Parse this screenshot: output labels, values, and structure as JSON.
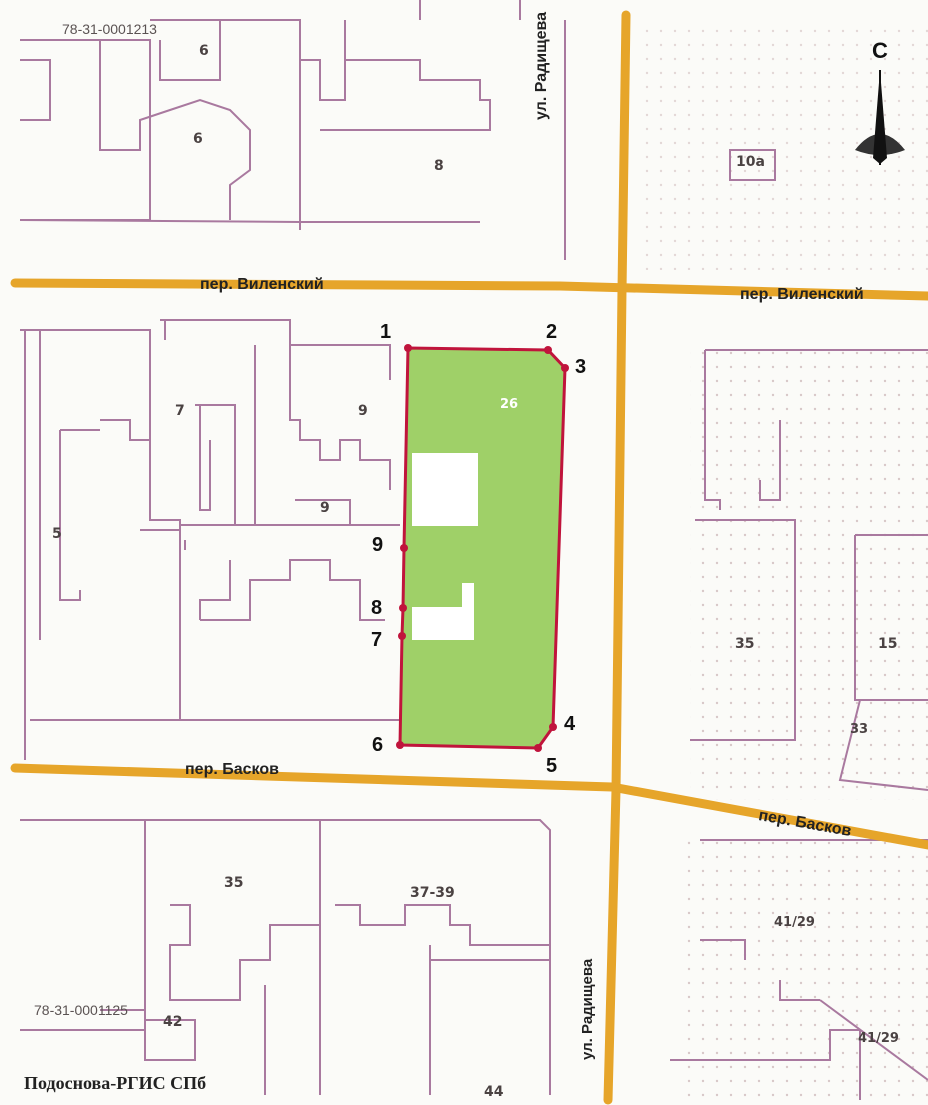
{
  "map": {
    "source": "Подоснова-РГИС СПб",
    "north_letter": "С",
    "streets": {
      "radishcheva_top": "ул. Радищева",
      "radishcheva_bottom": "ул. Радищева",
      "vilensky_left": "пер. Виленский",
      "vilensky_right": "пер. Виленский",
      "baskov_left": "пер. Басков",
      "baskov_right": "пер. Басков"
    },
    "cadastral_blocks": {
      "top": "78-31-0001213",
      "bottom": "78-31-0001125"
    },
    "house_numbers": {
      "h6a": "6",
      "h6b": "6",
      "h8": "8",
      "h10a": "10а",
      "h7": "7",
      "h9a": "9",
      "h9b": "9",
      "h5": "5",
      "h35a": "35",
      "h15": "15",
      "h33": "33",
      "h35b": "35",
      "h37_39": "37-39",
      "h41_29a": "41/29",
      "h41_29b": "41/29",
      "h42": "42",
      "h44": "44"
    },
    "parcel": {
      "label": "26",
      "fill_color": "#9fd068",
      "outline_color": "#c0143c",
      "vertex_labels": [
        "1",
        "2",
        "3",
        "4",
        "5",
        "6",
        "7",
        "8",
        "9"
      ]
    },
    "colors": {
      "road": "#e6a52a",
      "building_outline": "#a9799f",
      "background": "#fbfbf8"
    }
  }
}
